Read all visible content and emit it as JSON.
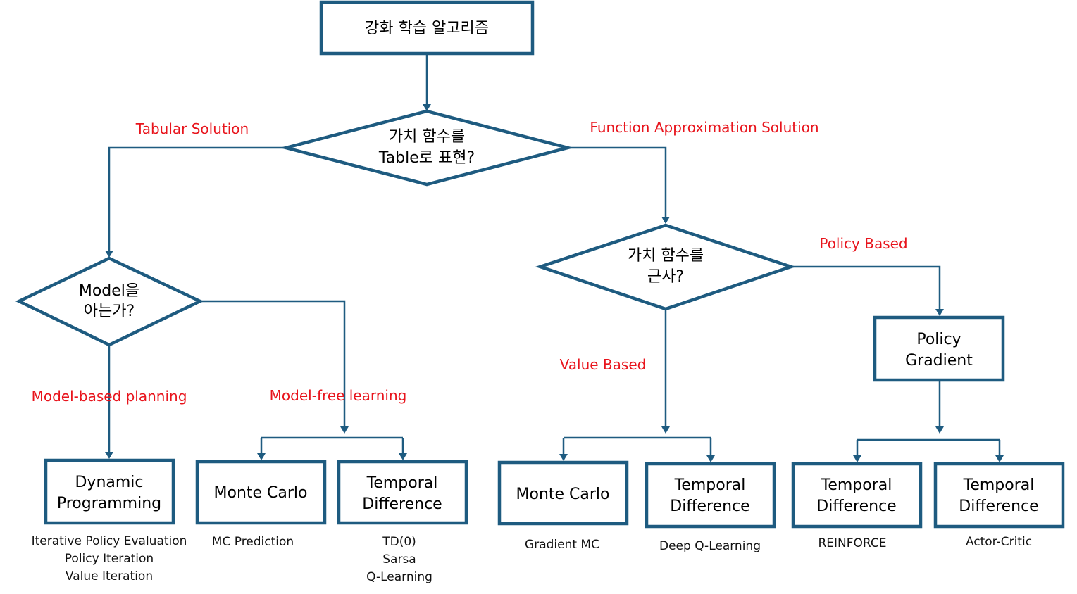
{
  "colors": {
    "box_border": "#1e5b80",
    "label_red": "#e8141c",
    "text": "#000000"
  },
  "root": {
    "label": "강화 학습 알고리즘"
  },
  "decision_table": {
    "line1": "가치 함수를",
    "line2": "Table로 표현?"
  },
  "decision_model": {
    "line1": "Model을",
    "line2": "아는가?"
  },
  "decision_approx": {
    "line1": "가치 함수를",
    "line2": "근사?"
  },
  "edge_labels": {
    "tabular": "Tabular Solution",
    "function_approx": "Function Approximation Solution",
    "model_based": "Model-based planning",
    "model_free": "Model-free learning",
    "value_based": "Value Based",
    "policy_based": "Policy Based"
  },
  "policy_gradient": {
    "line1": "Policy",
    "line2": "Gradient"
  },
  "leaves": {
    "dp": {
      "line1": "Dynamic",
      "line2": "Programming",
      "notes": [
        "Iterative Policy Evaluation",
        "Policy Iteration",
        "Value Iteration"
      ]
    },
    "mc_tab": {
      "label": "Monte Carlo",
      "notes": [
        "MC Prediction"
      ]
    },
    "td_tab": {
      "line1": "Temporal",
      "line2": "Difference",
      "notes": [
        "TD(0)",
        "Sarsa",
        "Q-Learning"
      ]
    },
    "mc_approx": {
      "label": "Monte Carlo",
      "notes": [
        "Gradient MC"
      ]
    },
    "td_approx": {
      "line1": "Temporal",
      "line2": "Difference",
      "notes": [
        "Deep Q-Learning"
      ]
    },
    "td_pg1": {
      "line1": "Temporal",
      "line2": "Difference",
      "notes": [
        "REINFORCE"
      ]
    },
    "td_pg2": {
      "line1": "Temporal",
      "line2": "Difference",
      "notes": [
        "Actor-Critic"
      ]
    }
  }
}
